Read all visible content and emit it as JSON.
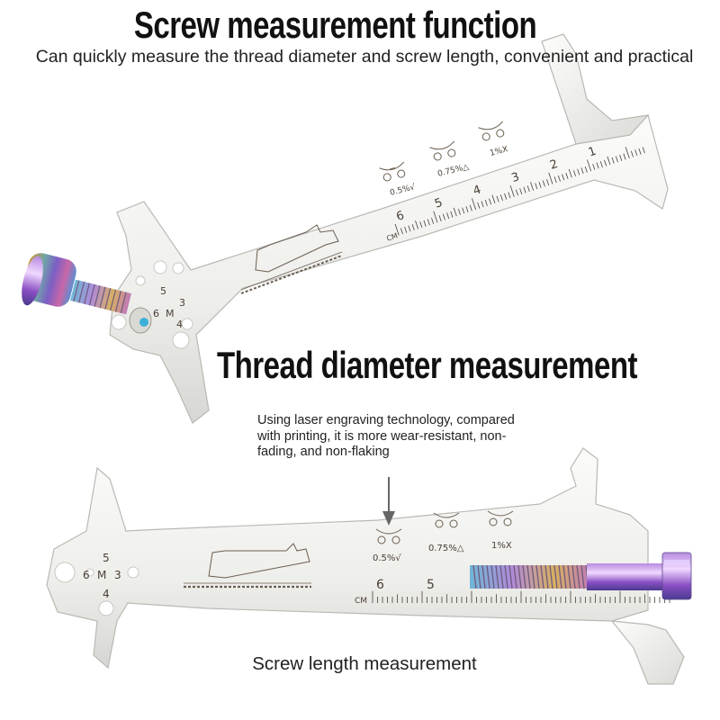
{
  "top_section": {
    "title": "Screw measurement function",
    "subtitle": "Can quickly measure the thread diameter and screw length, convenient and practical"
  },
  "middle_section": {
    "title": "Thread diameter measurement"
  },
  "callout": {
    "text": "Using laser engraving technology, compared with printing, it is more wear-resistant, non-fading, and non-flaking"
  },
  "bottom_section": {
    "caption": "Screw length measurement"
  },
  "tool_markings": {
    "unit": "CM",
    "wear_levels": [
      "0.5%√",
      "0.75%△",
      "1%X"
    ],
    "thread_sizes": {
      "top": "5",
      "left": "6",
      "center": "M",
      "right": "3",
      "bottom": "4"
    },
    "top_ruler_numbers": [
      "6",
      "5",
      "4",
      "3",
      "2",
      "1"
    ],
    "bottom_ruler_numbers": [
      "6",
      "5"
    ]
  },
  "colors": {
    "steel_light": "#f4f4f2",
    "steel_mid": "#dcdcd8",
    "steel_edge": "#b9b9b4",
    "engraving": "#4a4036",
    "screw_gold": "#c9a24a",
    "screw_purple": "#8a5cc8",
    "screw_blue": "#4aa3c9"
  }
}
